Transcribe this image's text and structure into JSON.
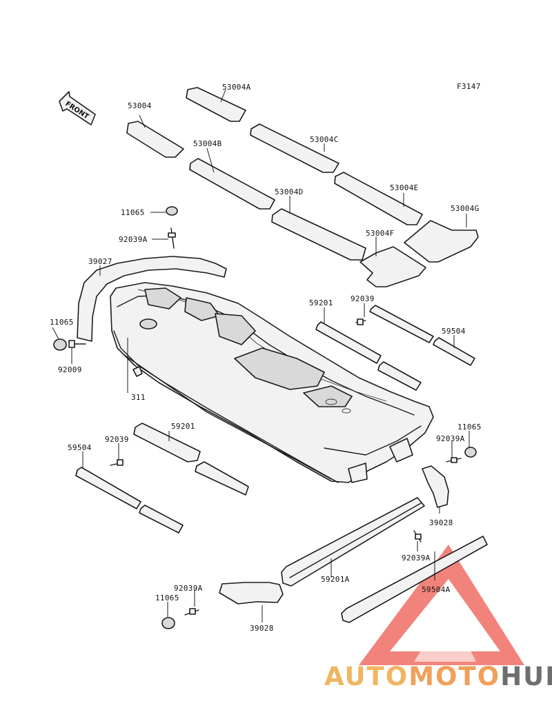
{
  "figure_code": "F3147",
  "front_label": "FRONT",
  "labels": {
    "p53004": "53004",
    "p53004A": "53004A",
    "p53004B": "53004B",
    "p53004C": "53004C",
    "p53004D": "53004D",
    "p53004E": "53004E",
    "p53004F": "53004F",
    "p53004G": "53004G",
    "p11065_top": "11065",
    "p92039A_top": "92039A",
    "p39027": "39027",
    "p11065_left": "11065",
    "p92009": "92009",
    "p311": "311",
    "p59201_right": "59201",
    "p92039_right": "92039",
    "p59504_right": "59504",
    "p59201_left": "59201",
    "p92039_left": "92039",
    "p59504_left": "59504",
    "p11065_right": "11065",
    "p92039A_right": "92039A",
    "p39028_right": "39028",
    "p92039A_mid": "92039A",
    "p59201A": "59201A",
    "p59504A": "59504A",
    "p92039A_bottom": "92039A",
    "p11065_bottom": "11065",
    "p39028_bottom": "39028"
  },
  "watermark": {
    "part1": "AUTO",
    "part2": "MOTO",
    "part3": "HUB",
    "colors": {
      "triangle": "#ee5a50",
      "auto": "#f1b562",
      "moto": "#f0a05a",
      "hub": "#6e6e6e"
    }
  }
}
